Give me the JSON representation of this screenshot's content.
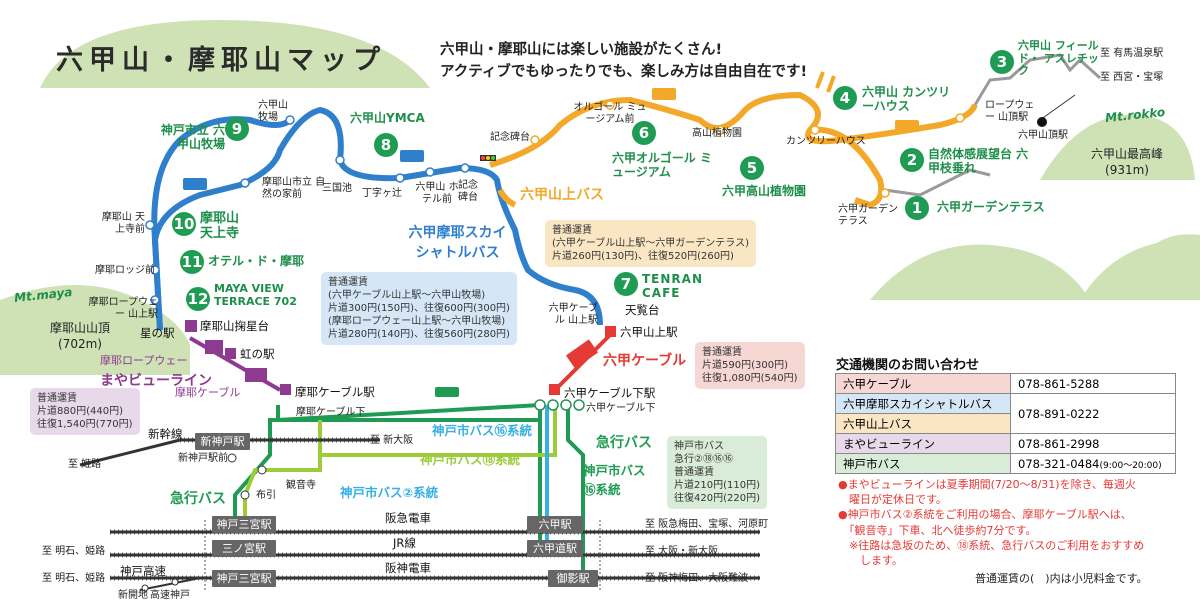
{
  "title": "六甲山・摩耶山マップ",
  "intro": [
    "六甲山・摩耶山には楽しい施設がたくさん!",
    "アクティブでもゆったりでも、楽しみ方は自由自在です!"
  ],
  "mountains": {
    "maya": {
      "label": "Mt.maya",
      "peak_name": "摩耶山山頂",
      "elevation": "(702m)"
    },
    "rokko": {
      "label": "Mt.rokko",
      "peak_name": "六甲山最高峰",
      "elevation": "(931m)"
    }
  },
  "facilities": [
    {
      "num": "1",
      "name": "六甲ガーデンテラス"
    },
    {
      "num": "2",
      "name": "自然体感展望台 六甲枝垂れ"
    },
    {
      "num": "3",
      "name": "六甲山 フィールド・ アスレチック"
    },
    {
      "num": "4",
      "name": "六甲山 カンツリーハウス"
    },
    {
      "num": "5",
      "name": "六甲高山植物園"
    },
    {
      "num": "6",
      "name": "六甲オルゴール ミュージアム"
    },
    {
      "num": "7",
      "name": "TENRAN CAFE"
    },
    {
      "num": "8",
      "name": "六甲山YMCA"
    },
    {
      "num": "9",
      "name": "神戸市立 六甲山牧場"
    },
    {
      "num": "10",
      "name": "摩耶山 天上寺"
    },
    {
      "num": "11",
      "name": "オテル・ド・摩耶"
    },
    {
      "num": "12",
      "name": "MAYA VIEW TERRACE 702"
    }
  ],
  "stops": {
    "bokujo": "六甲山 牧場",
    "shizen": "摩耶山市立 自然の家前",
    "sangoku": "三国池",
    "chojigatsuji": "丁字ヶ辻",
    "hotel": "六甲山 ホテル前",
    "kinenhi": "記念 碑台",
    "kinenhi2": "記念碑台",
    "orgel": "オルゴール ミュージアム前",
    "kozan": "高山植物園",
    "country": "カンツリーハウス",
    "ropeway_top": "ロープウェー 山頂駅",
    "rokko_peak_stn": "六甲山頂駅",
    "garden": "六甲ガーデン テラス",
    "tenjoji": "摩耶山 天上寺前",
    "mayarodge": "摩耶ロッジ前",
    "maya_ropeway_top": "摩耶ロープウェー 山上駅",
    "cable_top": "六甲ケーブル 山上駅",
    "tenrandai": "天覧台",
    "arima": "至 有馬温泉駅",
    "nishitani": "至 西宮・宝塚"
  },
  "routes": {
    "shuttle": "六甲摩耶スカイ シャトルバス",
    "sanjo_bus": "六甲山上バス",
    "cable": "六甲ケーブル",
    "maya_line_1": "摩耶ロープウェー",
    "maya_line_2": "まやビューライン",
    "maya_line_3": "摩耶ケーブル",
    "kyuko": "急行バス",
    "kyuko2": "急行バス",
    "bus106": "神戸市バス⑯系統",
    "bus18": "神戸市バス⑱系統",
    "bus2": "神戸市バス②系統",
    "bus16": "神戸市バス ⑯系統"
  },
  "stations": {
    "hoshinoeki": "星の駅",
    "kiteidai": "摩耶山掬星台",
    "niji": "虹の駅",
    "maya_cable": "摩耶ケーブル駅",
    "maya_cable_shita": "摩耶ケーブル下",
    "rokko_sanjo": "六甲山上駅",
    "rokko_cable_shita_eki": "六甲ケーブル下駅",
    "rokko_cable_shita": "六甲ケーブル下",
    "shin_kobe": "新神戸駅",
    "shin_kobe_mae": "新神戸駅前",
    "shinkansen": "新幹線",
    "shin_osaka": "至 新大阪",
    "himeji": "至 姫路",
    "kannonji": "観音寺",
    "nunobiki": "布引",
    "sannomiya1": "神戸三宮駅",
    "sannomiya2": "三ノ宮駅",
    "sannomiya3": "神戸三宮駅",
    "rokko_eki": "六甲駅",
    "rokkomichi": "六甲道駅",
    "mikage": "御影駅",
    "hankyu": "阪急電車",
    "jr": "JR線",
    "hanshin": "阪神電車",
    "kobe_kosoku": "神戸高速",
    "shinkaichi": "新開地",
    "kosoku_kobe": "高速神戸",
    "to_akashi1": "至 明石、姫路",
    "to_akashi2": "至 明石、姫路",
    "to_hankyu": "至 阪急梅田、宝塚、河原町",
    "to_osaka": "至 大阪・新大阪",
    "to_hanshin": "至 阪神梅田、大阪難波"
  },
  "fares": {
    "sanjo": [
      "普通運賃",
      "(六甲ケーブル山上駅〜六甲ガーデンテラス)",
      "片道260円(130円)、往復520円(260円)"
    ],
    "shuttle": [
      "普通運賃",
      "(六甲ケーブル山上駅〜六甲山牧場)",
      "片道300円(150円)、往復600円(300円)",
      "(摩耶ロープウェー山上駅〜六甲山牧場)",
      "片道280円(140円)、往復560円(280円)"
    ],
    "cable": [
      "普通運賃",
      "片道590円(300円)",
      "往復1,080円(540円)"
    ],
    "maya": [
      "普通運賃",
      "片道880円(440円)",
      "往復1,540円(770円)"
    ],
    "citybus": [
      "神戸市バス",
      "急行②⑱⑯⑯",
      "普通運賃",
      "片道210円(110円)",
      "往復420円(220円)"
    ]
  },
  "contact": {
    "title": "交通機関のお問い合わせ",
    "rows": [
      {
        "names": [
          "六甲ケーブル"
        ],
        "tel": "078-861-5288",
        "color": "#f6d7d3"
      },
      {
        "names": [
          "六甲摩耶スカイシャトルバス",
          "六甲山上バス"
        ],
        "tel": "078-891-0222",
        "colors": [
          "#d5e7f6",
          "#fbe6c4"
        ]
      },
      {
        "names": [
          "まやビューライン"
        ],
        "tel": "078-861-2998",
        "color": "#e8d9ea"
      },
      {
        "names": [
          "神戸市バス"
        ],
        "tel": "078-321-0484",
        "tel_hours": "(9:00〜20:00)",
        "color": "#d9ecd7"
      }
    ]
  },
  "notes": [
    "●まやビューラインは夏季期間(7/20〜8/31)を除き、毎週火",
    "　曜日が定休日です。",
    "●神戸市バス②系統をご利用の場合、摩耶ケーブル駅へは、",
    "　「観音寺」下車、北へ徒歩約7分です。",
    "　※往路は急坂のため、⑱系統、急行バスのご利用をおすすめ",
    "　　します。"
  ],
  "footnote": "普通運賃の(　)内は小児料金です。",
  "colors": {
    "shuttle": "#2f7fcd",
    "sanjo": "#f4a82a",
    "cable": "#e53935",
    "maya": "#8e3a91",
    "green": "#1f9b53",
    "bus18": "#9ccc3a",
    "bus2": "#37b0e3"
  }
}
